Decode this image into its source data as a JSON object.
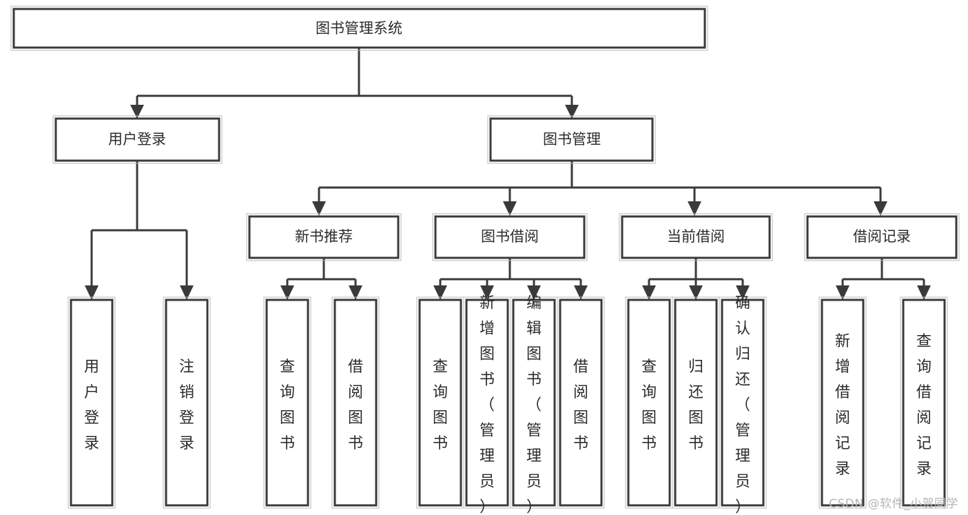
{
  "diagram": {
    "type": "tree",
    "title": "图书管理系统",
    "watermark": "CSDN @软件_小贺同学",
    "colors": {
      "box_stroke": "#3a3a3a",
      "box_fill": "#ffffff",
      "connector": "#3a3a3a",
      "text": "#2b2b2b",
      "watermark": "#b5b5b5",
      "background": "#ffffff"
    },
    "levels": {
      "root": {
        "label": "图书管理系统"
      },
      "level2": [
        {
          "label": "用户登录"
        },
        {
          "label": "图书管理"
        }
      ],
      "level3": [
        {
          "label": "新书推荐"
        },
        {
          "label": "图书借阅"
        },
        {
          "label": "当前借阅"
        },
        {
          "label": "借阅记录"
        }
      ],
      "leaves": [
        {
          "label": "用户登录",
          "parent": "用户登录"
        },
        {
          "label": "注销登录",
          "parent": "用户登录"
        },
        {
          "label": "查询图书",
          "parent": "新书推荐"
        },
        {
          "label": "借阅图书",
          "parent": "新书推荐"
        },
        {
          "label": "查询图书",
          "parent": "图书借阅"
        },
        {
          "label": "新增图书（管理员）",
          "parent": "图书借阅"
        },
        {
          "label": "编辑图书（管理员）",
          "parent": "图书借阅"
        },
        {
          "label": "借阅图书",
          "parent": "图书借阅"
        },
        {
          "label": "查询图书",
          "parent": "当前借阅"
        },
        {
          "label": "归还图书",
          "parent": "当前借阅"
        },
        {
          "label": "确认归还（管理员）",
          "parent": "当前借阅"
        },
        {
          "label": "新增借阅记录",
          "parent": "借阅记录"
        },
        {
          "label": "查询借阅记录",
          "parent": "借阅记录"
        }
      ]
    },
    "nodes": {
      "root": "图书管理系统",
      "user_login": "用户登录",
      "book_mgmt": "图书管理",
      "new_book_rec": "新书推荐",
      "book_borrow": "图书借阅",
      "current_borrow": "当前借阅",
      "borrow_record": "借阅记录",
      "leaf_user_login": "用户登录",
      "leaf_logout": "注销登录",
      "leaf_query_book_1": "查询图书",
      "leaf_borrow_book_1": "借阅图书",
      "leaf_query_book_2": "查询图书",
      "leaf_add_book_admin": "新增图书（管理员）",
      "leaf_edit_book_admin": "编辑图书（管理员）",
      "leaf_borrow_book_2": "借阅图书",
      "leaf_query_book_3": "查询图书",
      "leaf_return_book": "归还图书",
      "leaf_confirm_return_admin": "确认归还（管理员）",
      "leaf_add_record": "新增借阅记录",
      "leaf_query_record": "查询借阅记录"
    }
  }
}
